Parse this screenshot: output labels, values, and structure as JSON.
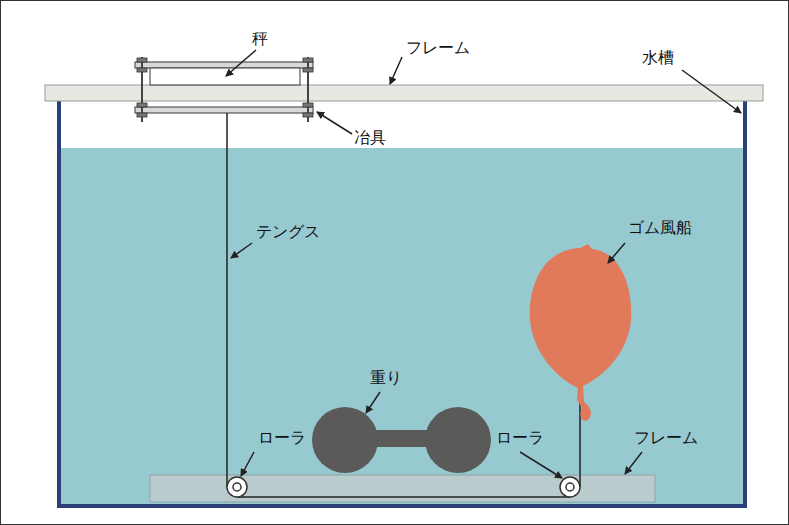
{
  "diagram": {
    "labels": [
      "秤",
      "フレーム",
      "水槽",
      "冶具",
      "テングス",
      "ゴム風船",
      "重り",
      "ローラ",
      "ローラ",
      "フレーム"
    ]
  }
}
